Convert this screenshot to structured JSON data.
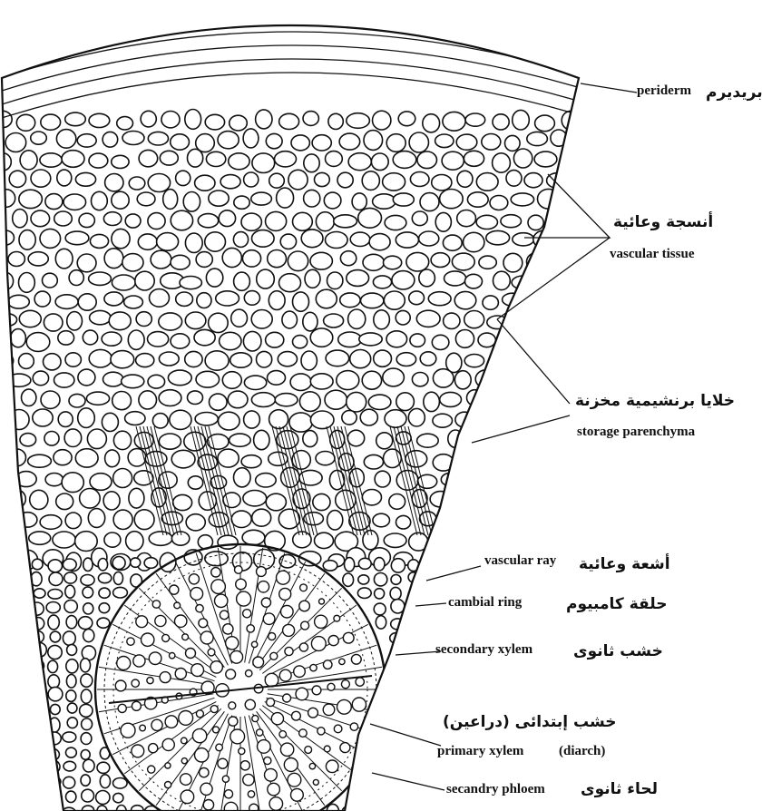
{
  "labels": {
    "periderm_en": "periderm",
    "periderm_ar": "بريديرم",
    "vascular_tissue_ar": "أنسجة وعائية",
    "vascular_tissue_en": "vascular tissue",
    "storage_parenchyma_ar": "خلايا برنشيمية مخزنة",
    "storage_parenchyma_en": "storage parenchyma",
    "vascular_ray_en": "vascular ray",
    "vascular_ray_ar": "أشعة وعائية",
    "cambial_ring_en": "cambial ring",
    "cambial_ring_ar": "حلقة كامبيوم",
    "secondary_xylem_en": "secondary xylem",
    "secondary_xylem_ar": "خشب ثانوى",
    "primary_xylem_ar": "خشب إبتدائى (دراعين)",
    "primary_xylem_en": "primary xylem",
    "diarch": "(diarch)",
    "secandry_phloem_en": "secandry phloem",
    "secandry_phloem_ar": "لحاء ثانوى"
  },
  "colors": {
    "ink": "#111111",
    "background": "#ffffff"
  }
}
